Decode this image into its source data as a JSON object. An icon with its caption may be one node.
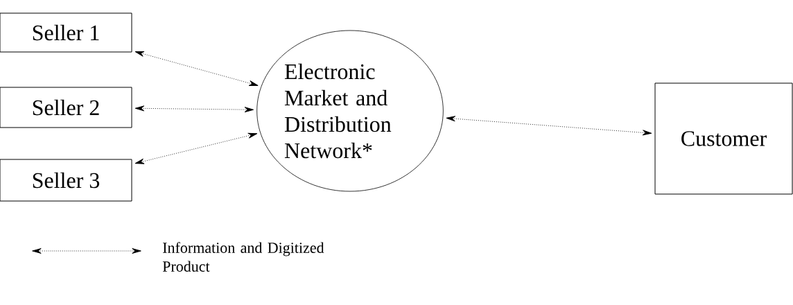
{
  "diagram": {
    "nodes": [
      {
        "text": [
          "Seller 1"
        ]
      },
      {
        "text": [
          "Seller 2"
        ]
      },
      {
        "text": [
          "Seller 3"
        ]
      },
      {
        "text": [
          "Electronic Market and Distribution Network*"
        ]
      },
      {
        "text": [
          "Customer"
        ]
      }
    ],
    "edges": [
      {
        "from": 0,
        "to": 3,
        "arrow": "both"
      },
      {
        "from": 1,
        "to": 3,
        "arrow": "both"
      },
      {
        "from": 2,
        "to": 3,
        "arrow": "both"
      },
      {
        "from": 3,
        "to": 4,
        "arrow": "both"
      }
    ],
    "legend": [
      {
        "text": "Information and Digitized Product"
      }
    ]
  }
}
